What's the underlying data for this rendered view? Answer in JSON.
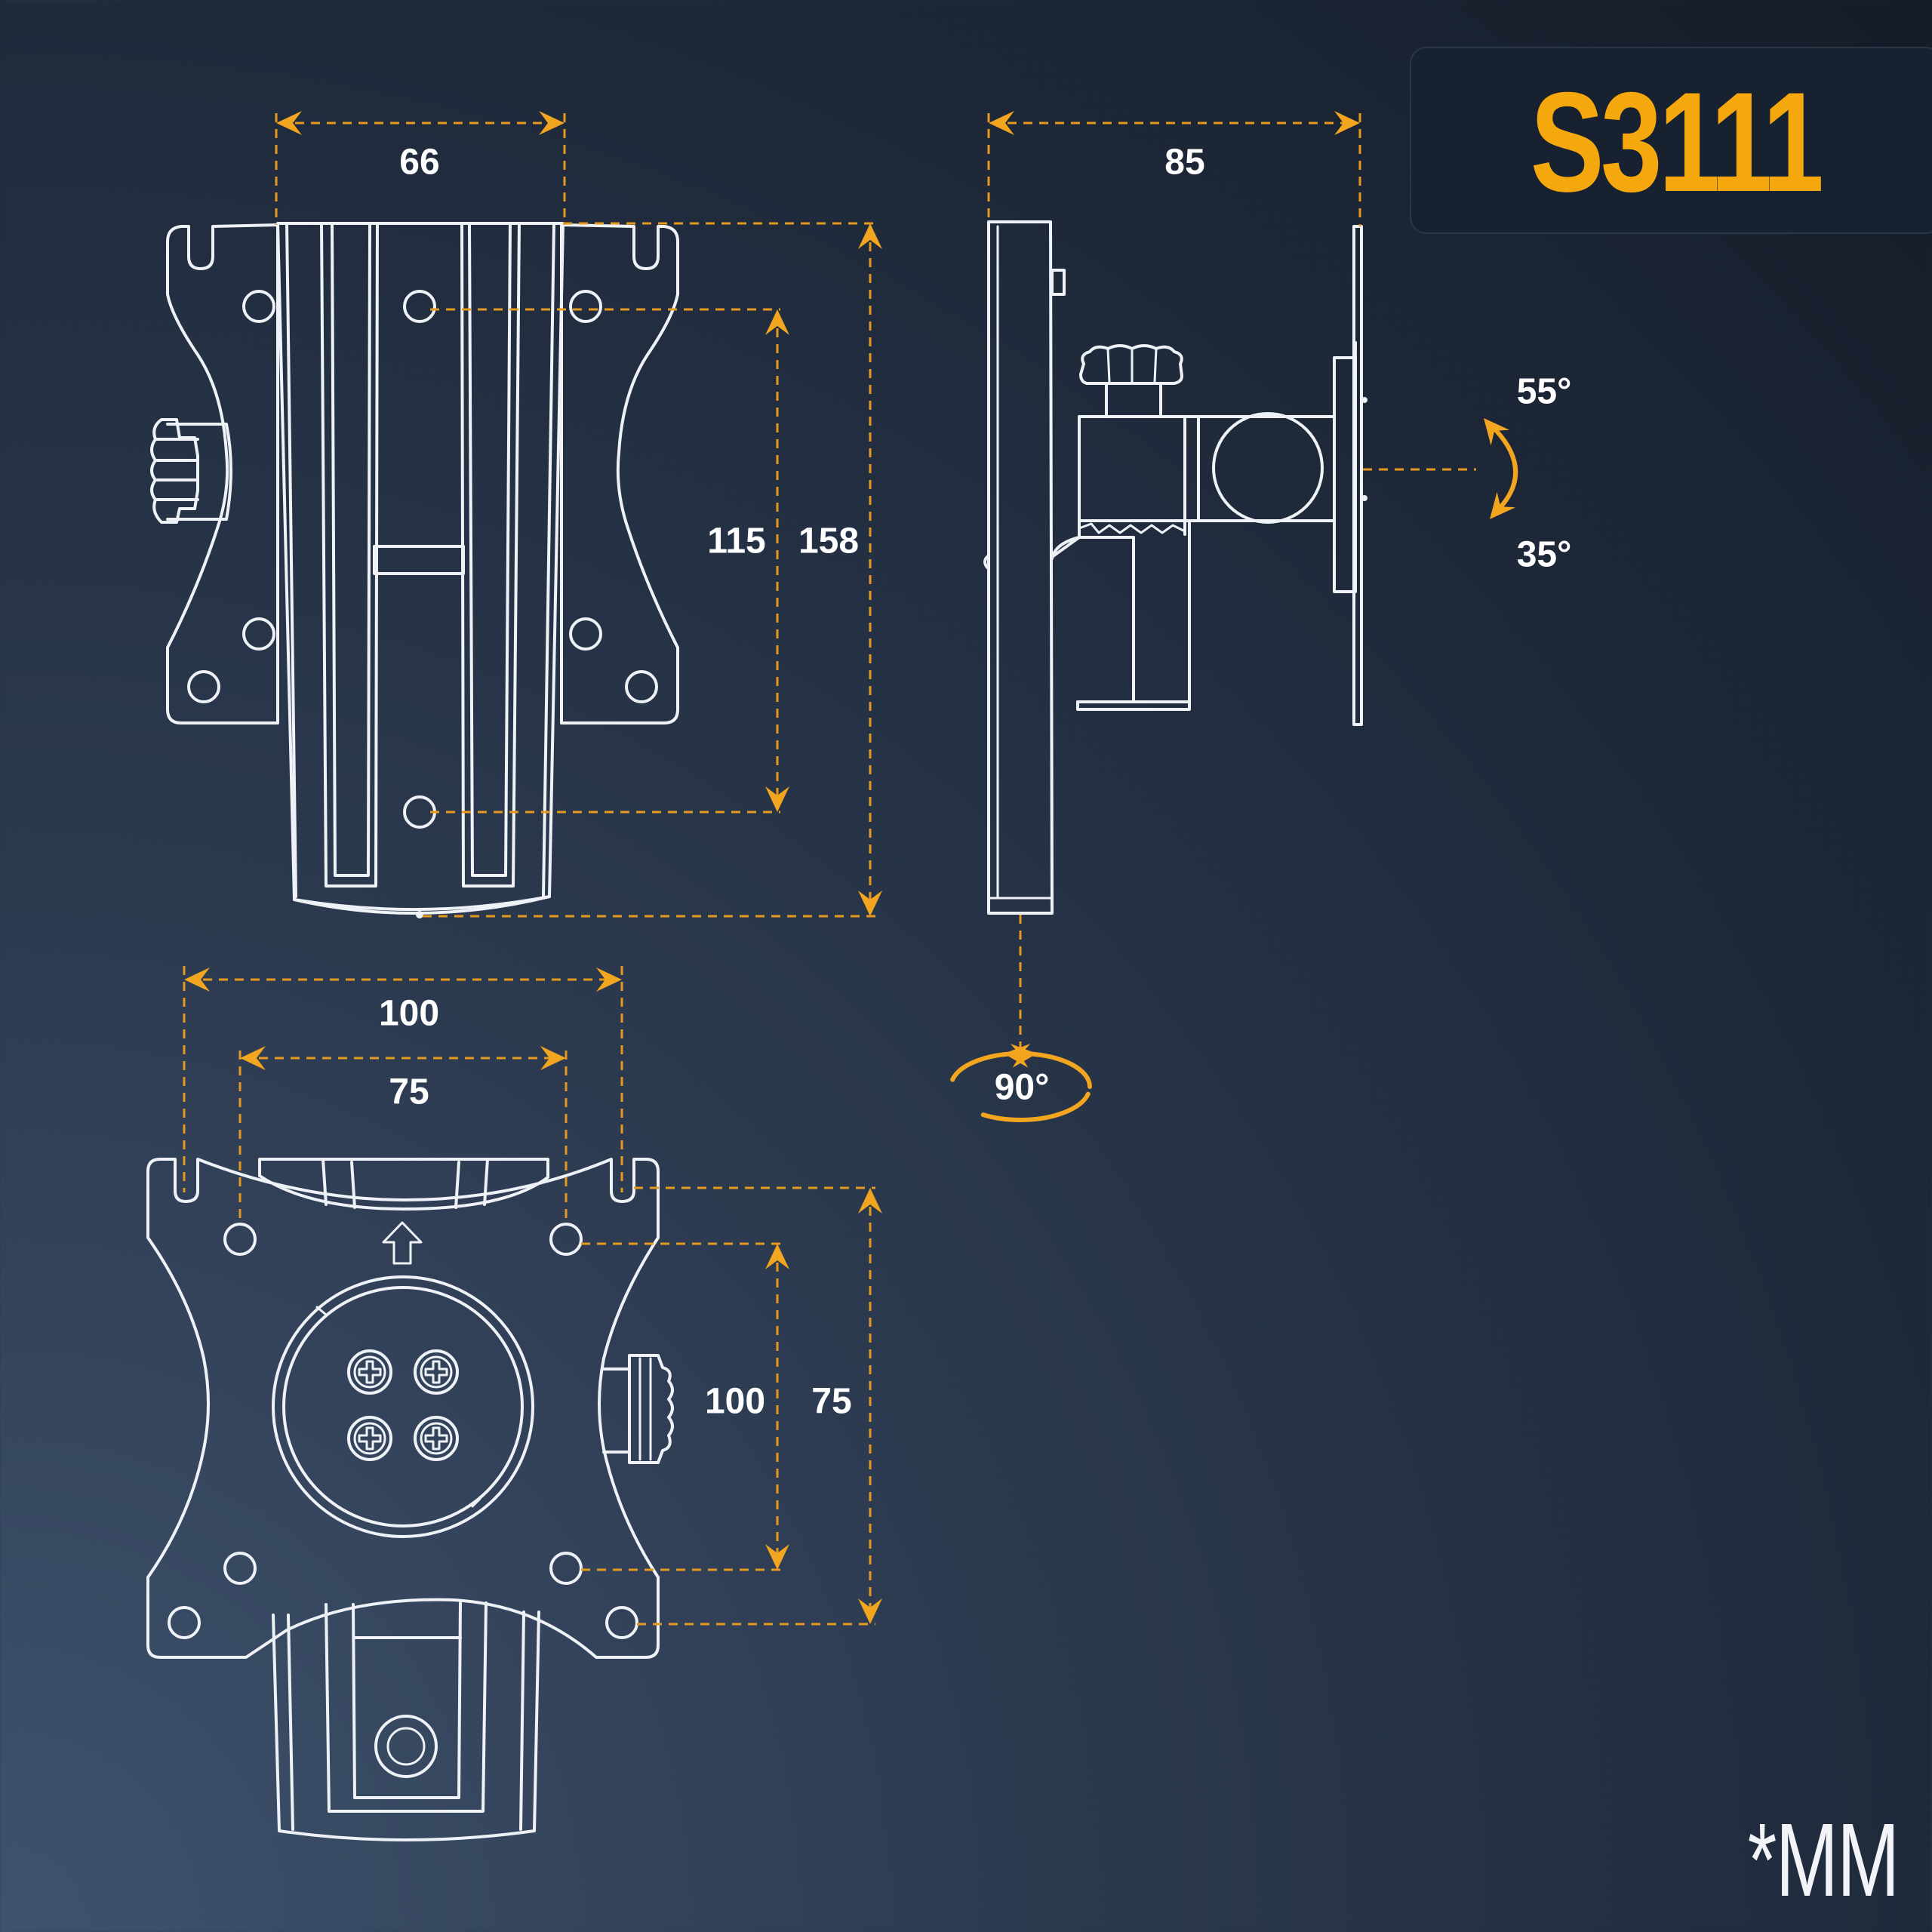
{
  "model": {
    "code": "S3111"
  },
  "units_note": "*MM",
  "front_view": {
    "width_label": "66",
    "hole_spacing_label": "115",
    "height_label": "158"
  },
  "side_view": {
    "depth_label": "85",
    "tilt_up_label": "55°",
    "tilt_down_label": "35°",
    "rotation_label": "90°"
  },
  "back_view": {
    "vesa_width_large_label": "100",
    "vesa_width_small_label": "75",
    "vesa_height_large_label": "100",
    "vesa_height_small_label": "75"
  },
  "colors": {
    "accent": "#f5a70e",
    "dimension_line": "#e59a1f",
    "line_art": "#eef1f6",
    "background_dark": "#151c28",
    "background_light": "#3f526d"
  }
}
